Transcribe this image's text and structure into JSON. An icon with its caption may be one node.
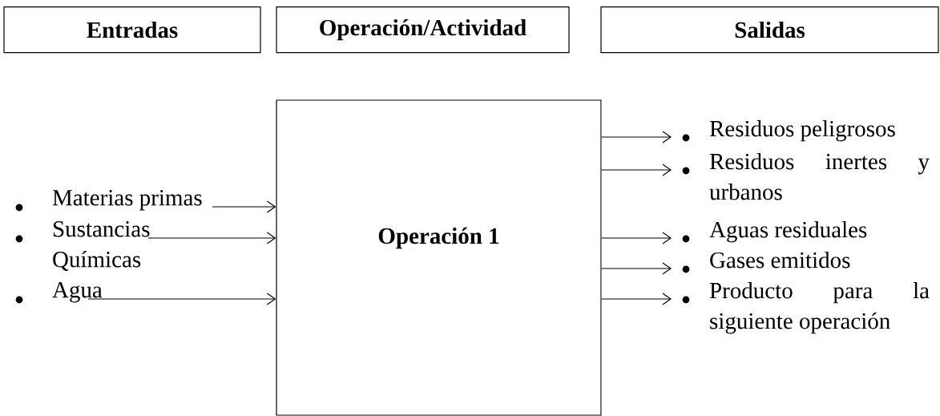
{
  "diagram": {
    "nodes": [
      {
        "text": [
          "Entradas"
        ]
      },
      {
        "text": [
          "Operación/Actividad"
        ]
      },
      {
        "text": [
          "Salidas"
        ]
      },
      {
        "text": [
          "Operación 1"
        ]
      },
      {
        "text": [
          "Materias primas"
        ]
      },
      {
        "text": [
          "Sustancias Químicas"
        ]
      },
      {
        "text": [
          "Agua"
        ]
      },
      {
        "text": [
          "Residuos peligrosos"
        ]
      },
      {
        "text": [
          "Residuos inertes y urbanos"
        ]
      },
      {
        "text": [
          "Aguas residuales"
        ]
      },
      {
        "text": [
          "Gases emitidos"
        ]
      },
      {
        "text": [
          "Producto para la siguiente operación"
        ]
      }
    ],
    "edges": [
      {
        "from": 4,
        "to": 3,
        "arrow": "to"
      },
      {
        "from": 5,
        "to": 3,
        "arrow": "to"
      },
      {
        "from": 6,
        "to": 3,
        "arrow": "to"
      },
      {
        "from": 3,
        "to": 7,
        "arrow": "to"
      },
      {
        "from": 3,
        "to": 8,
        "arrow": "to"
      },
      {
        "from": 3,
        "to": 9,
        "arrow": "to"
      },
      {
        "from": 3,
        "to": 10,
        "arrow": "to"
      },
      {
        "from": 3,
        "to": 11,
        "arrow": "to"
      }
    ]
  }
}
